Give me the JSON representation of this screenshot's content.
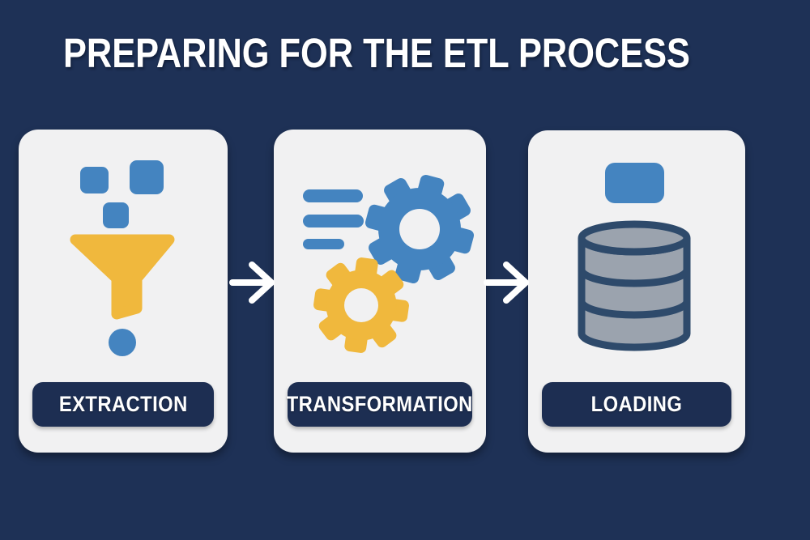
{
  "title": "PREPARING FOR THE ETL PROCESS",
  "steps": [
    {
      "label": "EXTRACTION",
      "icon": "funnel-icon"
    },
    {
      "label": "TRANSFORMATION",
      "icon": "gears-icon"
    },
    {
      "label": "LOADING",
      "icon": "database-icon"
    }
  ],
  "colors": {
    "background": "#1e3156",
    "card": "#f1f1f2",
    "navy": "#1d2e52",
    "blue": "#4484c0",
    "yellow": "#f0b83d",
    "gray_fill": "#9ba3ae",
    "gray_stroke": "#2e4a6b",
    "white": "#ffffff"
  }
}
